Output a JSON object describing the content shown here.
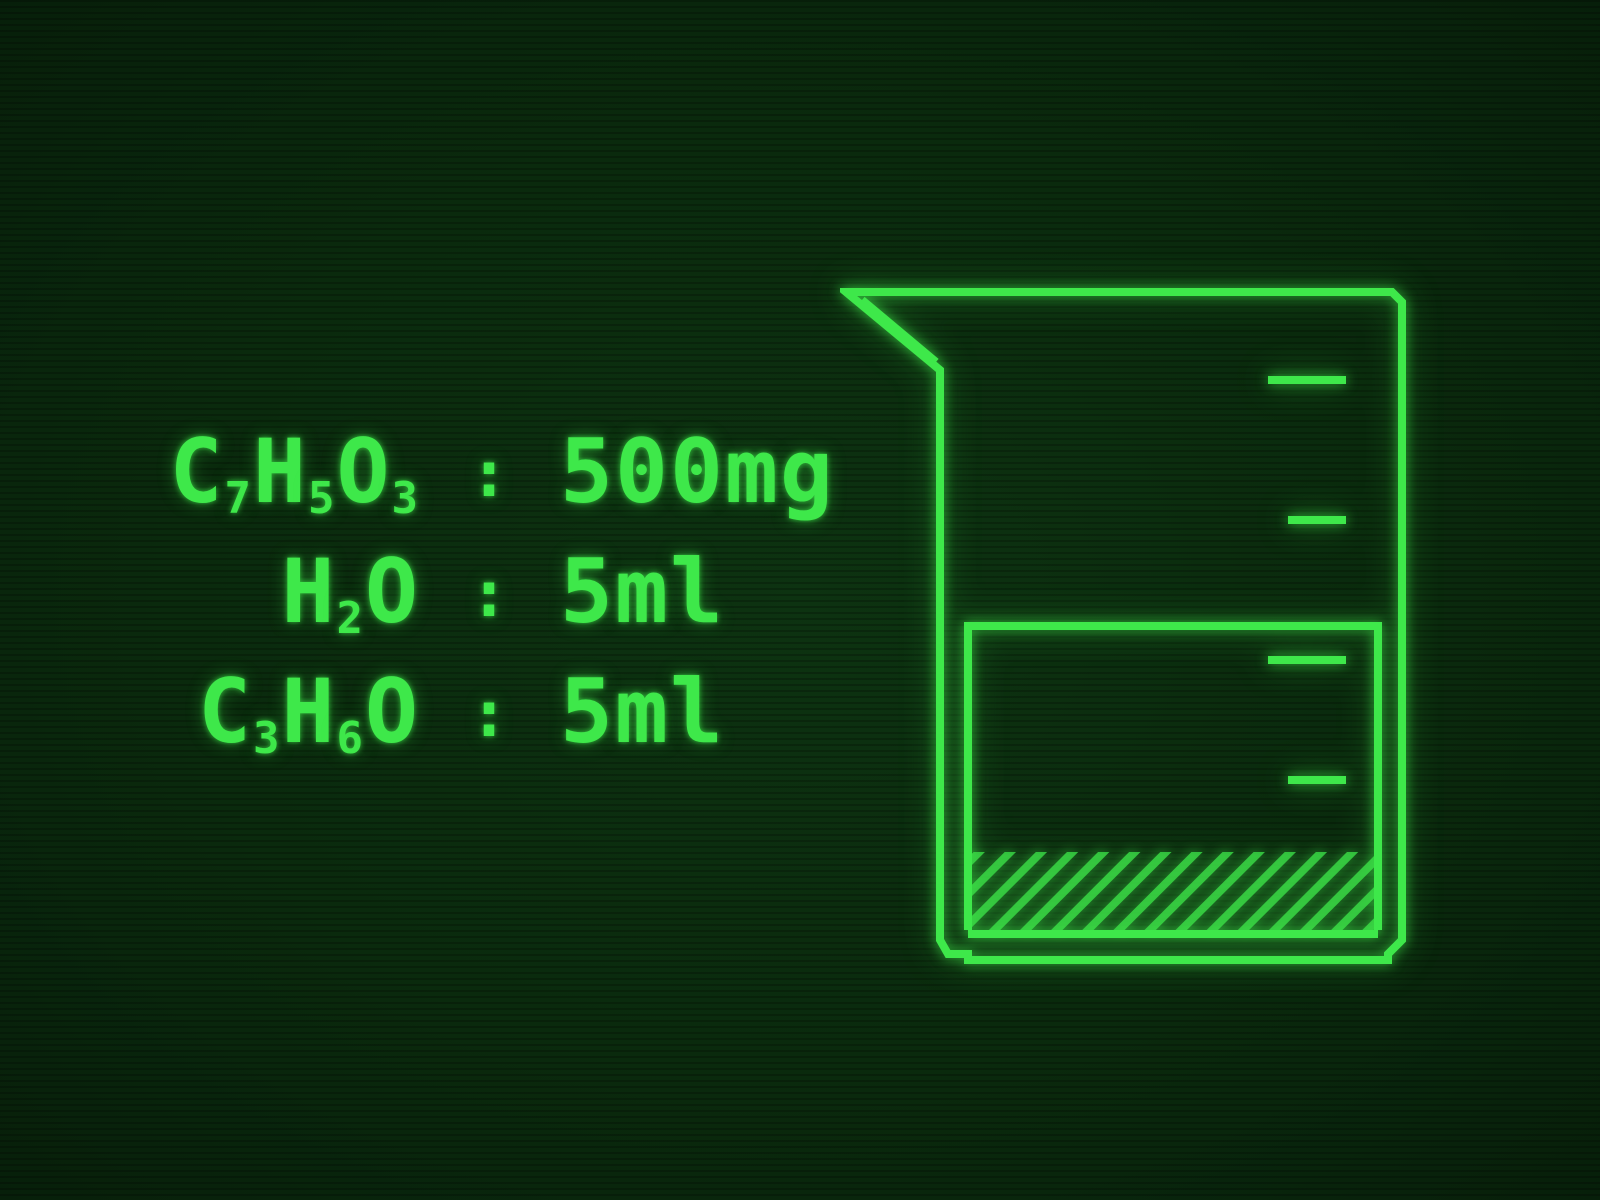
{
  "recipe": {
    "items": [
      {
        "formula_html": "C<sub>7</sub>H<sub>5</sub>O<sub>3</sub>",
        "formula": "C7H5O3",
        "separator": ":",
        "amount": "500mg"
      },
      {
        "formula_html": "H<sub>2</sub>O",
        "formula": "H2O",
        "separator": ":",
        "amount": "5ml"
      },
      {
        "formula_html": "C<sub>3</sub>H<sub>6</sub>O",
        "formula": "C3H6O",
        "separator": ":",
        "amount": "5ml"
      }
    ]
  },
  "beaker": {
    "graduation_marks": 4,
    "inner_fill_level": 0.35,
    "sediment_level": 0.1
  },
  "colors": {
    "phosphor": "#3ee84a",
    "background": "#0b2a0e"
  }
}
